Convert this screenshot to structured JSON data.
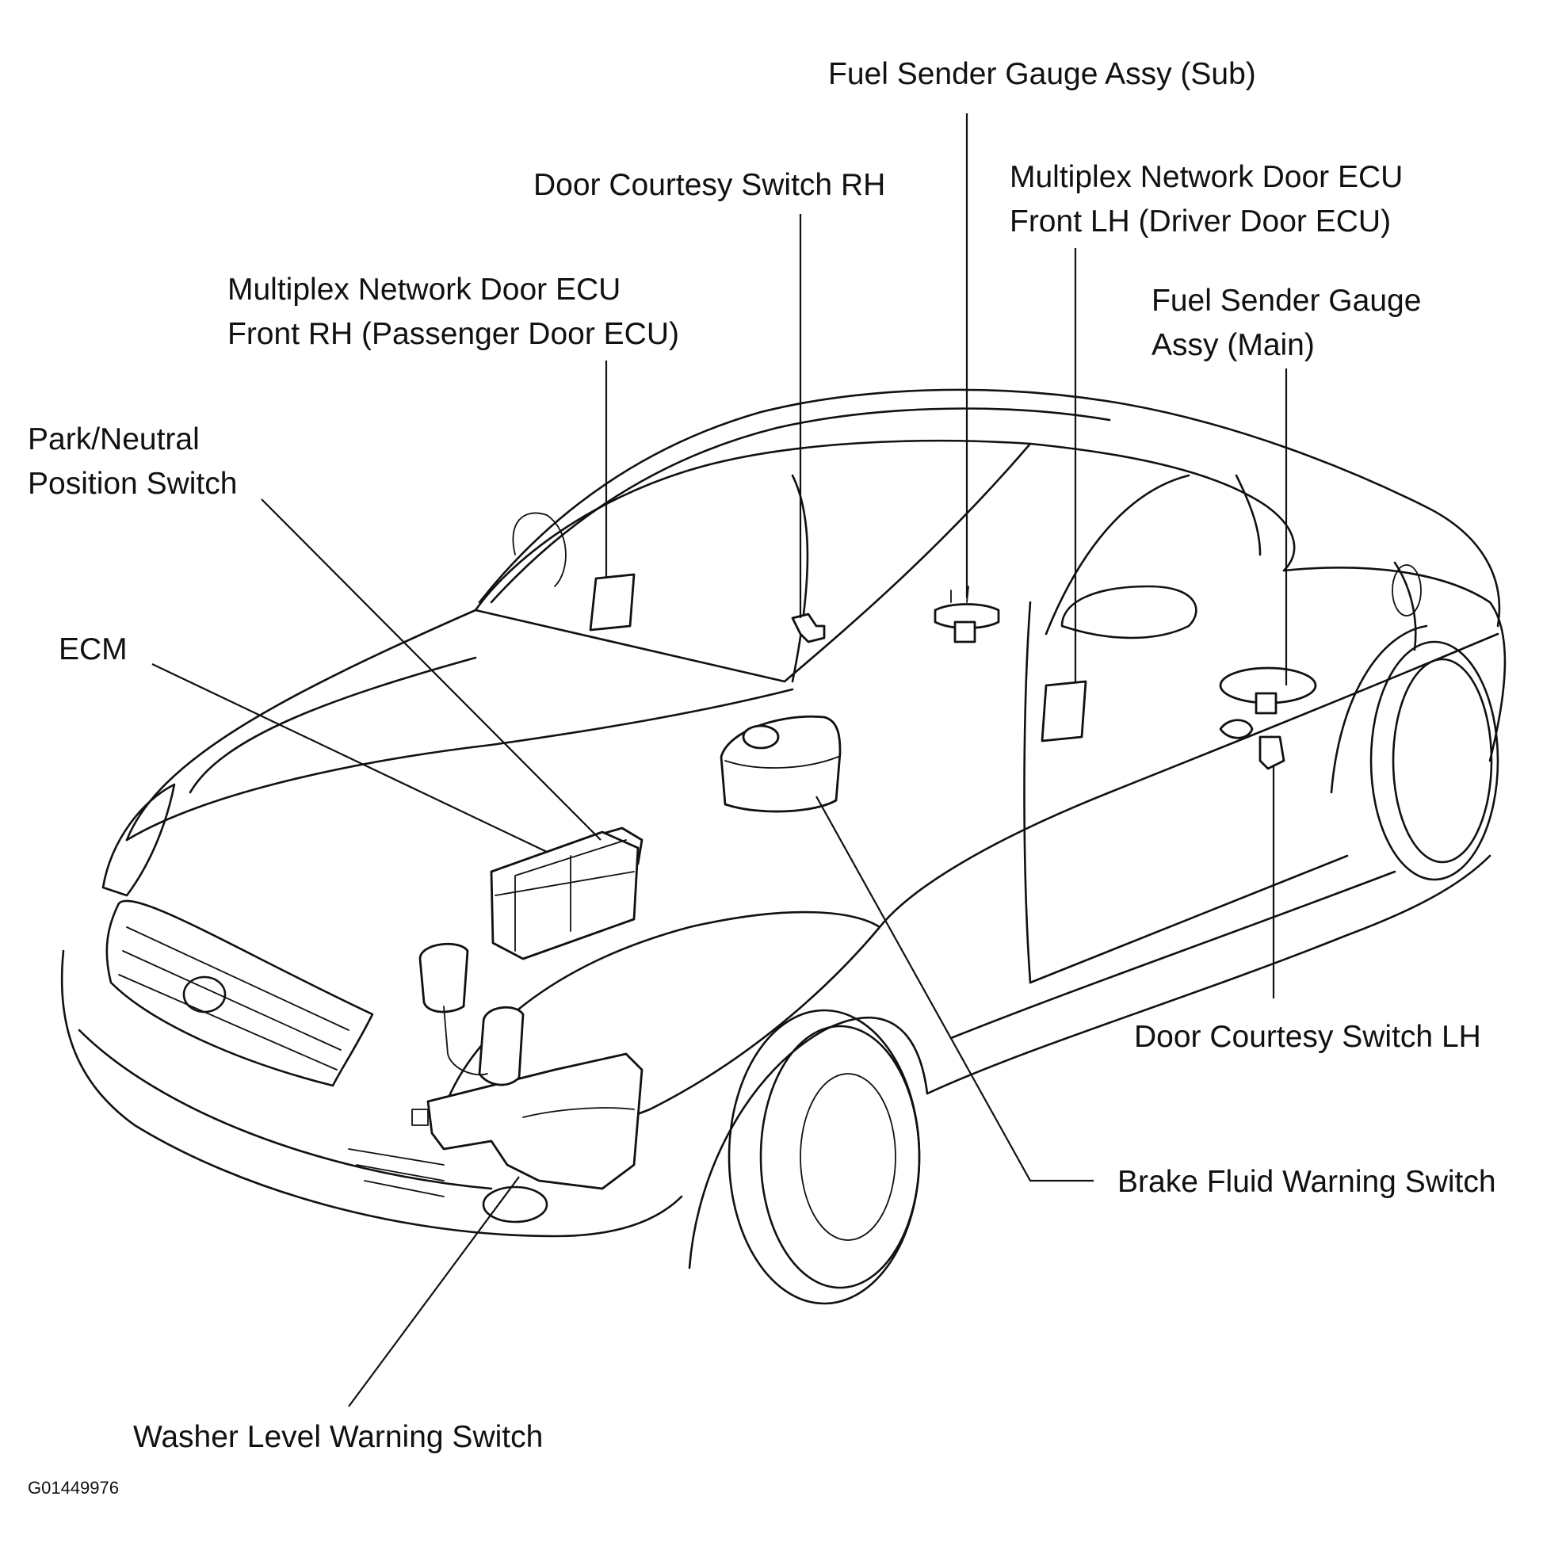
{
  "labels": {
    "fuel_sender_sub": "Fuel Sender Gauge Assy (Sub)",
    "door_courtesy_rh": "Door Courtesy Switch RH",
    "multiplex_lh_line1": "Multiplex Network Door ECU",
    "multiplex_lh_line2": "Front LH (Driver Door ECU)",
    "multiplex_rh_line1": "Multiplex Network Door ECU",
    "multiplex_rh_line2": "Front RH (Passenger Door ECU)",
    "fuel_sender_main_line1": "Fuel Sender Gauge",
    "fuel_sender_main_line2": "Assy (Main)",
    "park_neutral_line1": "Park/Neutral",
    "park_neutral_line2": "Position Switch",
    "ecm": "ECM",
    "door_courtesy_lh": "Door Courtesy Switch LH",
    "brake_fluid": "Brake Fluid Warning Switch",
    "washer_level": "Washer Level Warning Switch"
  },
  "figure_id": "G01449976",
  "colors": {
    "line": "#111111",
    "background": "#ffffff"
  }
}
